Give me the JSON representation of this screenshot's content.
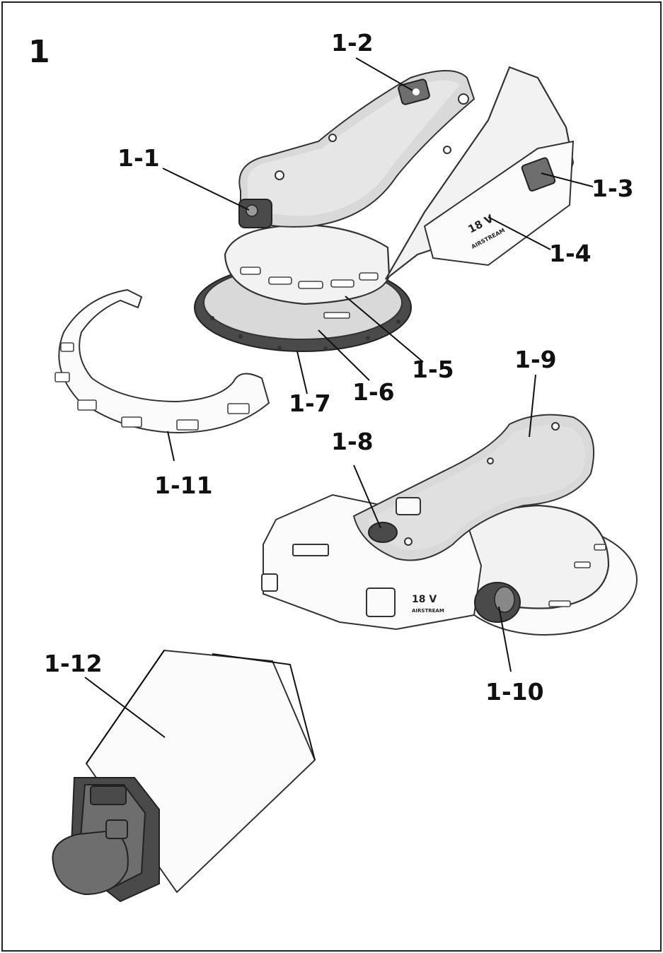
{
  "figure": {
    "number": "1"
  },
  "callouts": {
    "c1_1": "1-1",
    "c1_2": "1-2",
    "c1_3": "1-3",
    "c1_4": "1-4",
    "c1_5": "1-5",
    "c1_6": "1-6",
    "c1_7": "1-7",
    "c1_8": "1-8",
    "c1_9": "1-9",
    "c1_10": "1-10",
    "c1_11": "1-11",
    "c1_12": "1-12"
  },
  "battery_labels": {
    "voltage": "18 V",
    "airstream": "AIRSTREAM"
  }
}
